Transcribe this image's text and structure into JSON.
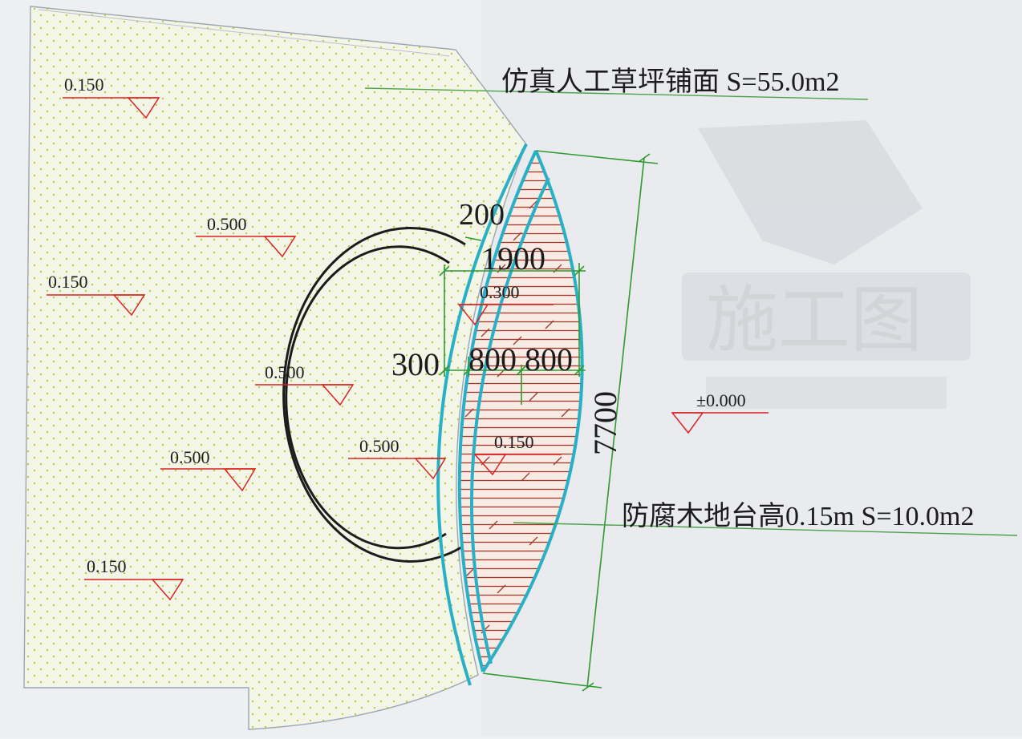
{
  "labels": {
    "turf": "仿真人工草坪铺面 S=55.0m2",
    "deck": "防腐木地台高0.15m  S=10.0m2"
  },
  "elevations": {
    "turf_top_left": "0.150",
    "turf_mid_left": "0.150",
    "turf_bottom_left": "0.150",
    "ring_top": "0.500",
    "ring_center": "0.500",
    "ring_lower_left": "0.500",
    "ring_lower_right": "0.500",
    "deck_upper": "0.300",
    "deck_lower": "0.150",
    "ground": "±0.000"
  },
  "dimensions": {
    "edge_200": "200",
    "width_1900": "1900",
    "edge_300": "300",
    "part_800_a": "800",
    "part_800_b": "800",
    "length_7700": "7700"
  },
  "watermark": "施工图"
}
